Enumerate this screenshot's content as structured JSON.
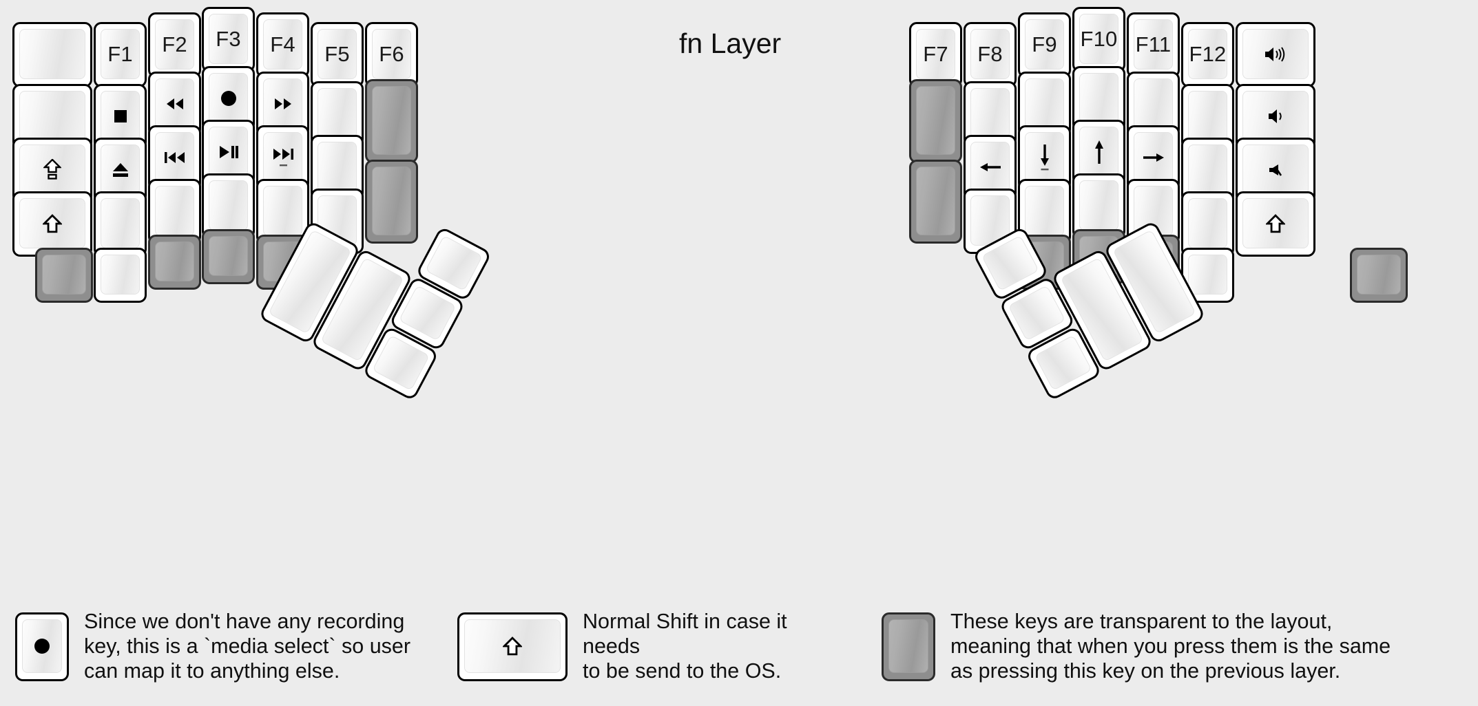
{
  "title": "fn Layer",
  "colors": {
    "background": "#ececec",
    "key_face": "#ffffff",
    "key_border": "#000000",
    "transparent_key": "#8e8e8e",
    "text": "#111111"
  },
  "left_half": {
    "columns": [
      {
        "name": "col-pinky-outer",
        "keys": [
          {
            "label": "",
            "icon": "",
            "type": "normal"
          },
          {
            "label": "",
            "icon": "",
            "type": "normal"
          },
          {
            "label": "",
            "icon": "caps-lock-shift-icon",
            "type": "normal"
          },
          {
            "label": "",
            "icon": "shift-up-arrow-icon",
            "type": "normal"
          }
        ]
      },
      {
        "name": "col-pinky",
        "keys": [
          {
            "label": "F1",
            "icon": "",
            "type": "normal"
          },
          {
            "label": "",
            "icon": "media-stop-icon",
            "type": "normal"
          },
          {
            "label": "",
            "icon": "media-eject-icon",
            "type": "normal"
          },
          {
            "label": "",
            "icon": "",
            "type": "normal"
          },
          {
            "label": "",
            "icon": "",
            "type": "normal"
          }
        ]
      },
      {
        "name": "col-ring",
        "keys": [
          {
            "label": "F2",
            "icon": "",
            "type": "normal"
          },
          {
            "label": "",
            "icon": "media-rewind-icon",
            "type": "normal"
          },
          {
            "label": "",
            "icon": "media-previous-track-icon",
            "type": "normal"
          },
          {
            "label": "",
            "icon": "",
            "type": "normal"
          },
          {
            "label": "",
            "icon": "",
            "type": "transparent"
          }
        ]
      },
      {
        "name": "col-middle",
        "keys": [
          {
            "label": "F3",
            "icon": "",
            "type": "normal"
          },
          {
            "label": "",
            "icon": "media-record-icon",
            "type": "normal"
          },
          {
            "label": "",
            "icon": "media-play-pause-icon",
            "type": "normal"
          },
          {
            "label": "",
            "icon": "",
            "type": "normal"
          },
          {
            "label": "",
            "icon": "",
            "type": "transparent"
          }
        ]
      },
      {
        "name": "col-index",
        "keys": [
          {
            "label": "F4",
            "icon": "",
            "type": "normal"
          },
          {
            "label": "",
            "icon": "media-fast-forward-icon",
            "type": "normal"
          },
          {
            "label": "",
            "icon": "media-next-track-icon",
            "type": "normal"
          },
          {
            "label": "",
            "icon": "",
            "type": "normal"
          },
          {
            "label": "",
            "icon": "",
            "type": "transparent"
          }
        ]
      },
      {
        "name": "col-inner",
        "keys": [
          {
            "label": "F5",
            "icon": "",
            "type": "normal"
          },
          {
            "label": "",
            "icon": "",
            "type": "normal"
          },
          {
            "label": "",
            "icon": "",
            "type": "normal"
          },
          {
            "label": "",
            "icon": "",
            "type": "normal"
          }
        ]
      },
      {
        "name": "col-innermost",
        "keys": [
          {
            "label": "F6",
            "icon": "",
            "type": "normal"
          },
          {
            "label": "",
            "icon": "",
            "type": "transparent"
          },
          {
            "label": "",
            "icon": "",
            "type": "transparent"
          }
        ]
      }
    ],
    "bottom_row": [
      {
        "label": "",
        "icon": "",
        "type": "transparent"
      },
      {
        "label": "",
        "icon": "",
        "type": "normal"
      }
    ],
    "thumb_cluster": [
      {
        "label": "",
        "icon": "",
        "type": "normal",
        "size": "1x2"
      },
      {
        "label": "",
        "icon": "",
        "type": "normal",
        "size": "1x2"
      },
      {
        "label": "",
        "icon": "",
        "type": "normal",
        "size": "1x1"
      },
      {
        "label": "",
        "icon": "",
        "type": "normal",
        "size": "1x1"
      },
      {
        "label": "",
        "icon": "",
        "type": "normal",
        "size": "1x1"
      }
    ]
  },
  "right_half": {
    "columns": [
      {
        "name": "col-innermost",
        "keys": [
          {
            "label": "F7",
            "icon": "",
            "type": "normal"
          },
          {
            "label": "",
            "icon": "",
            "type": "transparent"
          },
          {
            "label": "",
            "icon": "",
            "type": "transparent"
          }
        ]
      },
      {
        "name": "col-inner",
        "keys": [
          {
            "label": "F8",
            "icon": "",
            "type": "normal"
          },
          {
            "label": "",
            "icon": "",
            "type": "normal"
          },
          {
            "label": "",
            "icon": "arrow-left-icon",
            "type": "normal"
          },
          {
            "label": "",
            "icon": "",
            "type": "normal"
          }
        ]
      },
      {
        "name": "col-index",
        "keys": [
          {
            "label": "F9",
            "icon": "",
            "type": "normal"
          },
          {
            "label": "",
            "icon": "",
            "type": "normal"
          },
          {
            "label": "",
            "icon": "arrow-down-icon",
            "type": "normal"
          },
          {
            "label": "",
            "icon": "",
            "type": "normal"
          },
          {
            "label": "",
            "icon": "",
            "type": "transparent"
          }
        ]
      },
      {
        "name": "col-middle",
        "keys": [
          {
            "label": "F10",
            "icon": "",
            "type": "normal"
          },
          {
            "label": "",
            "icon": "",
            "type": "normal"
          },
          {
            "label": "",
            "icon": "arrow-up-icon",
            "type": "normal"
          },
          {
            "label": "",
            "icon": "",
            "type": "normal"
          },
          {
            "label": "",
            "icon": "",
            "type": "transparent"
          }
        ]
      },
      {
        "name": "col-ring",
        "keys": [
          {
            "label": "F11",
            "icon": "",
            "type": "normal"
          },
          {
            "label": "",
            "icon": "",
            "type": "normal"
          },
          {
            "label": "",
            "icon": "arrow-right-icon",
            "type": "normal"
          },
          {
            "label": "",
            "icon": "",
            "type": "normal"
          },
          {
            "label": "",
            "icon": "",
            "type": "transparent"
          }
        ]
      },
      {
        "name": "col-pinky",
        "keys": [
          {
            "label": "F12",
            "icon": "",
            "type": "normal"
          },
          {
            "label": "",
            "icon": "",
            "type": "normal"
          },
          {
            "label": "",
            "icon": "",
            "type": "normal"
          },
          {
            "label": "",
            "icon": "",
            "type": "normal"
          },
          {
            "label": "",
            "icon": "",
            "type": "normal"
          }
        ]
      },
      {
        "name": "col-pinky-outer",
        "keys": [
          {
            "label": "",
            "icon": "volume-up-icon",
            "type": "normal"
          },
          {
            "label": "",
            "icon": "volume-down-icon",
            "type": "normal"
          },
          {
            "label": "",
            "icon": "volume-mute-icon",
            "type": "normal"
          },
          {
            "label": "",
            "icon": "shift-up-arrow-icon",
            "type": "normal"
          },
          {
            "label": "",
            "icon": "",
            "type": "transparent"
          }
        ]
      }
    ],
    "thumb_cluster": [
      {
        "label": "",
        "icon": "",
        "type": "normal",
        "size": "1x1"
      },
      {
        "label": "",
        "icon": "",
        "type": "normal",
        "size": "1x1"
      },
      {
        "label": "",
        "icon": "",
        "type": "normal",
        "size": "1x1"
      },
      {
        "label": "",
        "icon": "",
        "type": "normal",
        "size": "1x2"
      },
      {
        "label": "",
        "icon": "",
        "type": "normal",
        "size": "1x2"
      }
    ]
  },
  "notes": [
    {
      "icon": "media-record-icon",
      "key_type": "normal",
      "text": "Since we don't have any recording\nkey, this is a `media select` so user\ncan map it to anything else."
    },
    {
      "icon": "shift-up-arrow-icon",
      "key_type": "normal",
      "text": "Normal Shift in case it needs\nto be send to the OS."
    },
    {
      "icon": "",
      "key_type": "transparent",
      "text": "These keys are transparent to the layout,\nmeaning that when you press them is the same\nas pressing this key on the previous layer."
    }
  ]
}
